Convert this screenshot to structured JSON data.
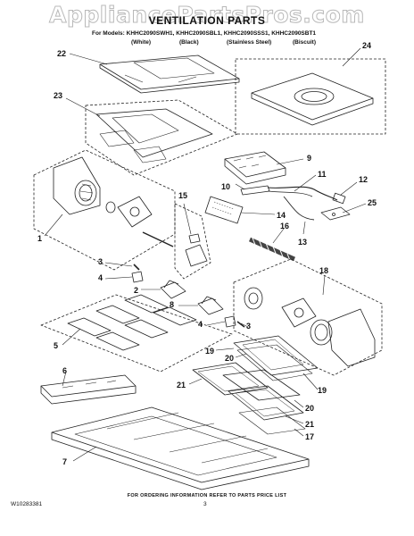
{
  "watermark": "AppliancePartsPros.com",
  "title": "VENTILATION PARTS",
  "models_line": "For Models: KHHC2090SWH1, KHHC2090SBL1, KHHC2090SSS1, KHHC2090SBT1",
  "variants": [
    "(White)",
    "(Black)",
    "(Stainless Steel)",
    "(Biscuit)"
  ],
  "callouts": [
    "22",
    "24",
    "23",
    "9",
    "11",
    "12",
    "10",
    "25",
    "15",
    "14",
    "13",
    "16",
    "1",
    "3",
    "4",
    "2",
    "18",
    "8",
    "4",
    "3",
    "5",
    "19",
    "20",
    "6",
    "21",
    "19",
    "20",
    "21",
    "17",
    "7"
  ],
  "footer_note": "FOR ORDERING INFORMATION REFER TO PARTS PRICE LIST",
  "doc_number": "W10283381",
  "page_number": "3"
}
